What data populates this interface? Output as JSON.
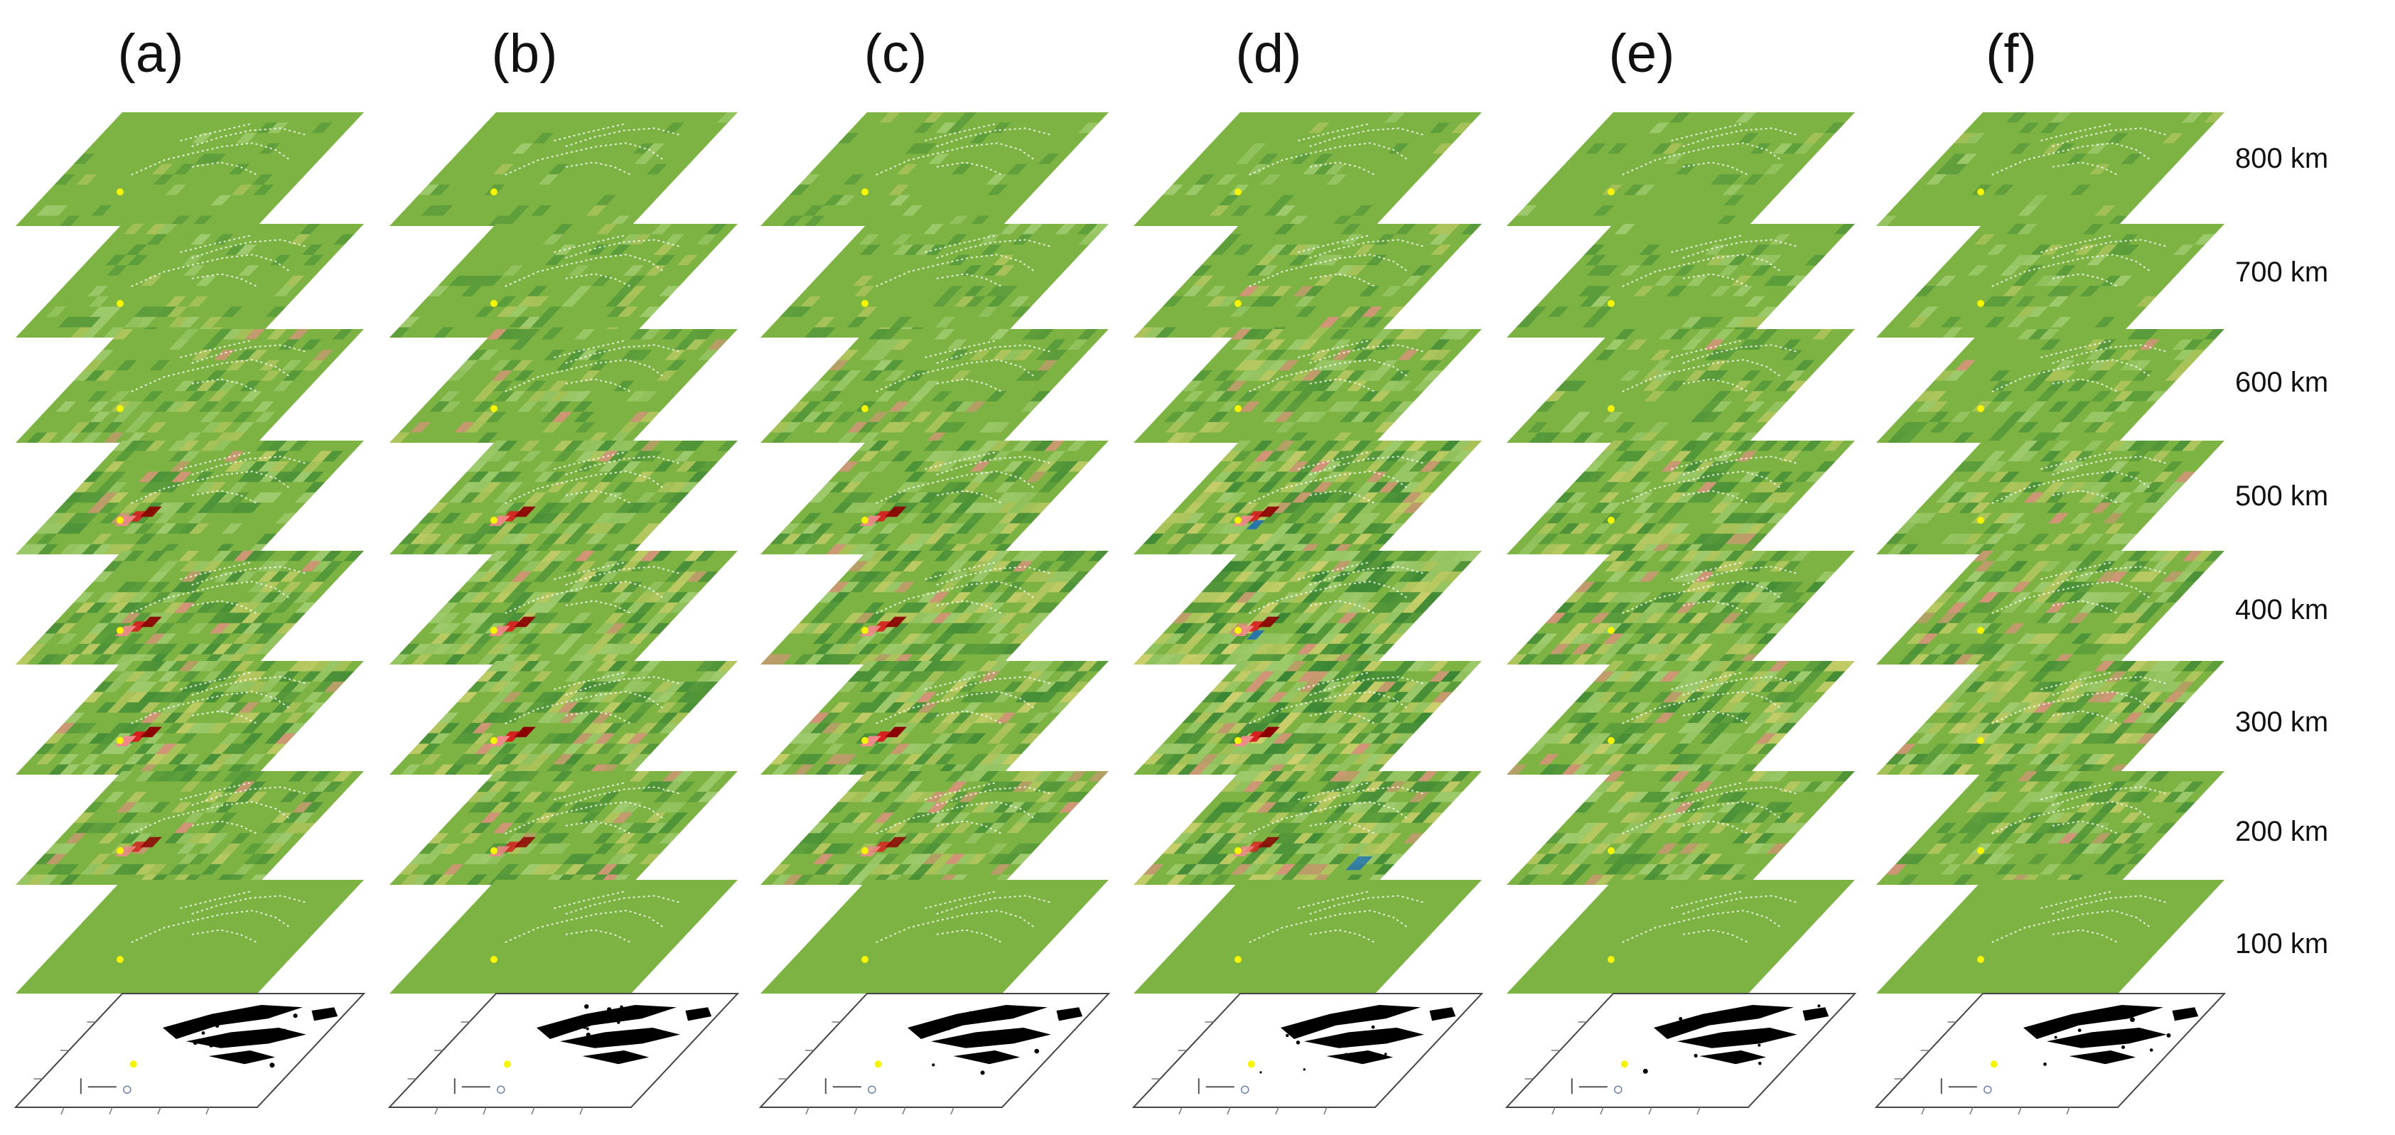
{
  "columns": [
    "(a)",
    "(b)",
    "(c)",
    "(d)",
    "(e)",
    "(f)"
  ],
  "depths": [
    "800 km",
    "700 km",
    "600 km",
    "500 km",
    "400 km",
    "300 km",
    "200 km",
    "100 km"
  ],
  "colors": {
    "base_green": "#7cb342",
    "dark_green": "#2e7d32",
    "light_green": "#aed581",
    "yellow": "#e6d97a",
    "pink": "#f08a8a",
    "red": "#d62020",
    "dark_red": "#8b0000",
    "blue": "#1f6fb5",
    "star": "#f5f500",
    "coast": "#ffffff",
    "land": "#000000"
  }
}
